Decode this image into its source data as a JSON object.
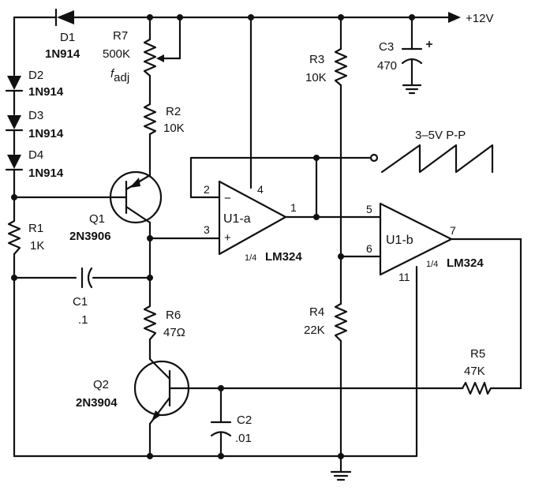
{
  "supply": {
    "label": "+12V"
  },
  "output_label": "3–5V P-P",
  "components": {
    "D1": {
      "ref": "D1",
      "part": "1N914"
    },
    "D2": {
      "ref": "D2",
      "part": "1N914"
    },
    "D3": {
      "ref": "D3",
      "part": "1N914"
    },
    "D4": {
      "ref": "D4",
      "part": "1N914"
    },
    "R7": {
      "ref": "R7",
      "value": "500K",
      "note_main": "f",
      "note_sub": "adj"
    },
    "R2": {
      "ref": "R2",
      "value": "10K"
    },
    "R3": {
      "ref": "R3",
      "value": "10K"
    },
    "C3": {
      "ref": "C3",
      "value": "470",
      "polarity": "+"
    },
    "Q1": {
      "ref": "Q1",
      "part": "2N3906"
    },
    "R1": {
      "ref": "R1",
      "value": "1K"
    },
    "C1": {
      "ref": "C1",
      "value": ".1"
    },
    "R6": {
      "ref": "R6",
      "value": "47Ω"
    },
    "Q2": {
      "ref": "Q2",
      "part": "2N3904"
    },
    "C2": {
      "ref": "C2",
      "value": ".01"
    },
    "R4": {
      "ref": "R4",
      "value": "22K"
    },
    "R5": {
      "ref": "R5",
      "value": "47K"
    },
    "U1a": {
      "label": "U1-a",
      "fraction": "1/4",
      "part": "LM324",
      "minus": "−",
      "plus": "+",
      "pins": {
        "inv": "2",
        "noninv": "3",
        "vcc": "4",
        "out": "1"
      }
    },
    "U1b": {
      "label": "U1-b",
      "fraction": "1/4",
      "part": "LM324",
      "pins": {
        "in5": "5",
        "in6": "6",
        "out": "7",
        "gnd": "11"
      }
    }
  }
}
